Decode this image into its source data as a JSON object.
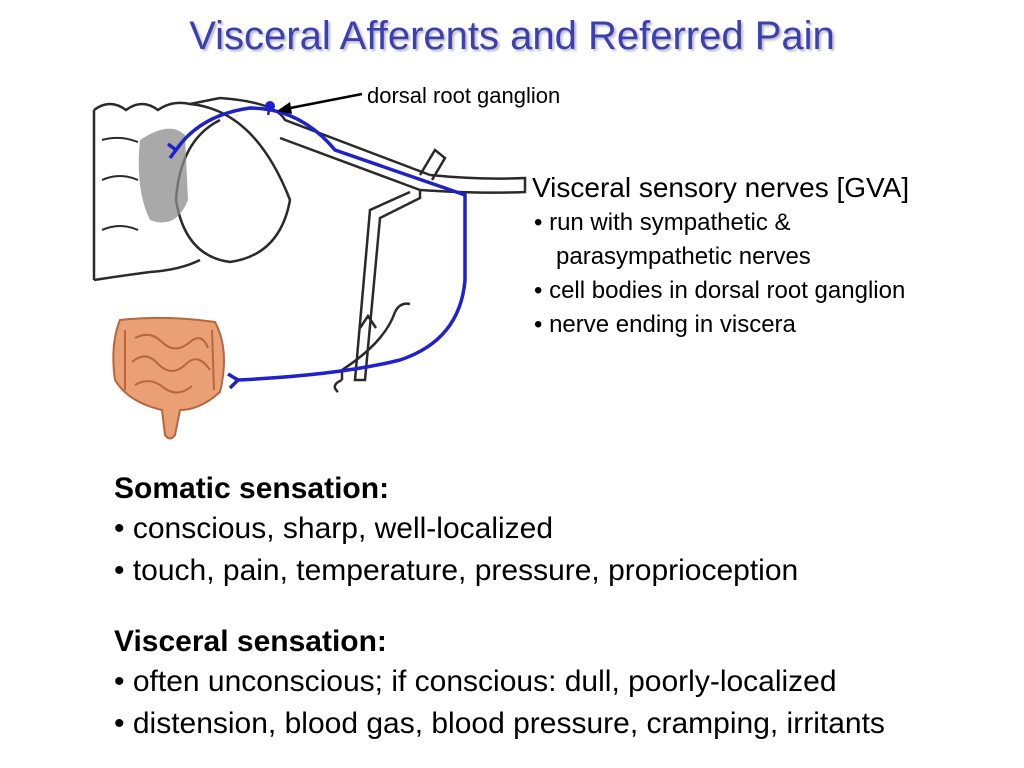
{
  "title": "Visceral Afferents and Referred Pain",
  "figure": {
    "label": "dorsal root ganglion",
    "colors": {
      "nerve": "#1f22c8",
      "outline": "#2a2a2a",
      "stipple": "#8c8c8c",
      "intestine": "#e9a074",
      "intestine_shadow": "#b8663e"
    }
  },
  "gva": {
    "heading": "Visceral sensory nerves [GVA]",
    "items": [
      "• run with sympathetic &",
      "parasympathetic nerves",
      "• cell bodies in dorsal root ganglion",
      "• nerve ending in viscera"
    ]
  },
  "somatic": {
    "heading": "Somatic sensation:",
    "items": [
      "• conscious, sharp, well-localized",
      "• touch, pain, temperature, pressure, proprioception"
    ]
  },
  "visceral": {
    "heading": "Visceral sensation:",
    "items": [
      "• often unconscious; if conscious: dull, poorly-localized",
      "• distension, blood gas, blood pressure, cramping, irritants"
    ]
  },
  "colors": {
    "title": "#3b3fb0"
  }
}
